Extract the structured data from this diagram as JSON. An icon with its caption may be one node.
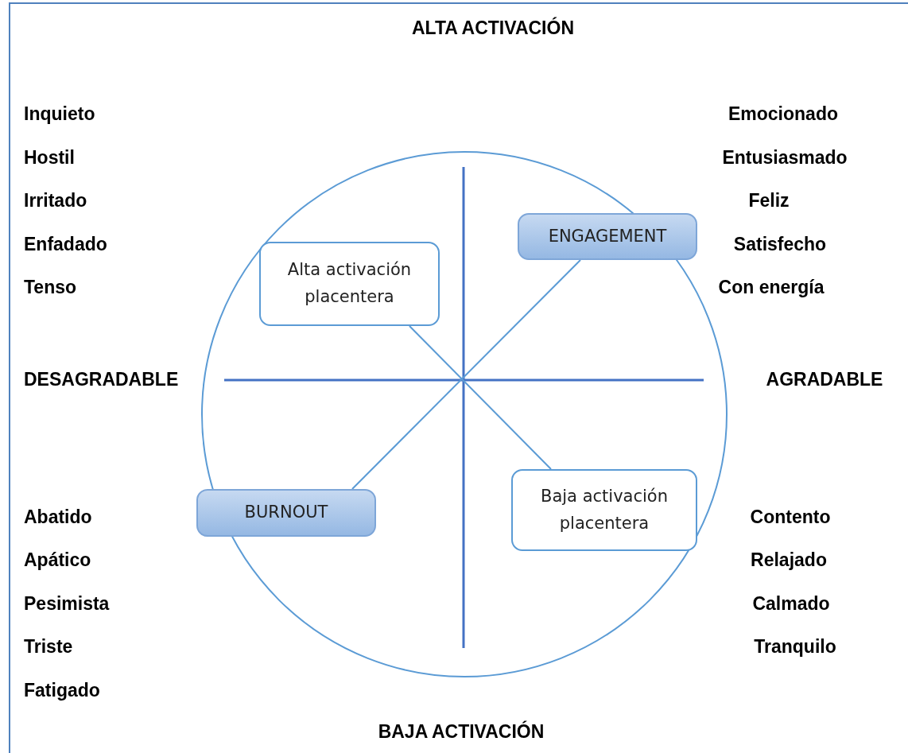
{
  "diagram": {
    "nodes": [
      {
        "text": [
          "Alta activación placentera"
        ]
      },
      {
        "text": [
          "ENGAGEMENT"
        ]
      },
      {
        "text": [
          "Baja activación placentera"
        ]
      },
      {
        "text": [
          "BURNOUT"
        ]
      }
    ],
    "edges": [
      {
        "from": 1,
        "to": 3,
        "arrow": "none"
      },
      {
        "from": 0,
        "to": 2,
        "arrow": "none"
      }
    ],
    "labels": [
      "ALTA ACTIVACIÓN",
      "Inquieto",
      "Emocionado",
      "Hostil",
      "Entusiasmado",
      "Irritado",
      "Feliz",
      "Enfadado",
      "Satisfecho",
      "Tenso",
      "Con energía",
      "DESAGRADABLE",
      "AGRADABLE",
      "Abatido",
      "Contento",
      "Apático",
      "Relajado",
      "Pesimista",
      "Calmado",
      "Triste",
      "Tranquilo",
      "Fatigado",
      "BAJA ACTIVACIÓN"
    ]
  }
}
